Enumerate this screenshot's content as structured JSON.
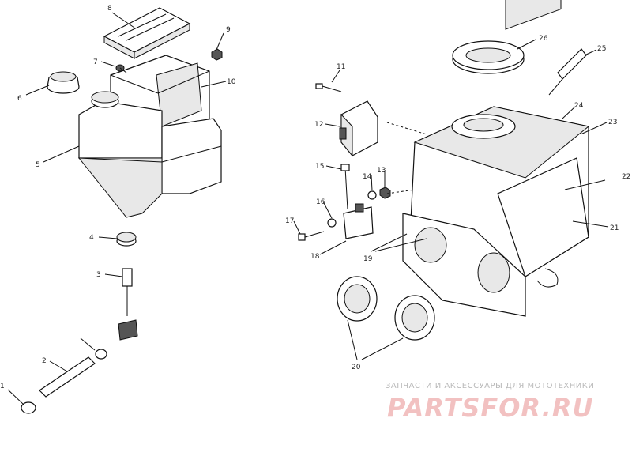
{
  "callouts": {
    "n1": "1",
    "n2": "2",
    "n3": "3",
    "n4": "4",
    "n5": "5",
    "n6": "6",
    "n7": "7",
    "n8": "8",
    "n9": "9",
    "n10": "10",
    "n11": "11",
    "n12": "12",
    "n13": "13",
    "n14": "14",
    "n15": "15",
    "n16": "16",
    "n17": "17",
    "n18": "18",
    "n19": "19",
    "n20": "20",
    "n21": "21",
    "n22": "22",
    "n23": "23",
    "n24": "24",
    "n25": "25",
    "n26": "26"
  },
  "watermark": {
    "tagline": "ЗАПЧАСТИ И АКСЕССУАРЫ ДЛЯ МОТОТЕХНИКИ",
    "logo": "PARTSFOR.RU"
  }
}
